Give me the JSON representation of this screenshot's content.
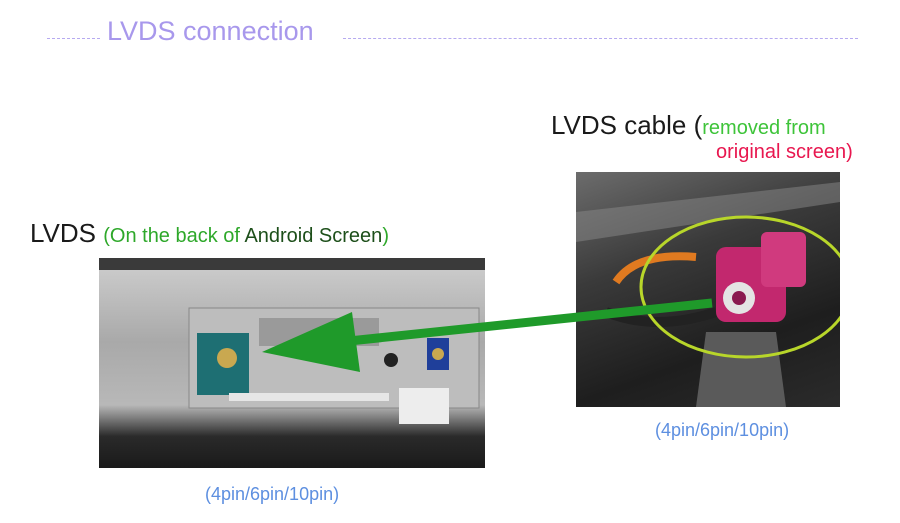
{
  "title": "LVDS connection",
  "cable_label": {
    "main": "LVDS cable (",
    "note_line1": "removed from",
    "note_line2": "original screen)"
  },
  "screen_label": {
    "main": "LVDS",
    "note_open": "(On the back of ",
    "note_bold": "Android Screen",
    "note_close": ")"
  },
  "captions": {
    "cable_pins": "(4pin/6pin/10pin)",
    "screen_pins": "(4pin/6pin/10pin)"
  },
  "colors": {
    "title": "#a898ec",
    "green": "#3ec43a",
    "red": "#e8174f",
    "caption": "#5d8fe0",
    "arrow": "#1f9a2a"
  }
}
